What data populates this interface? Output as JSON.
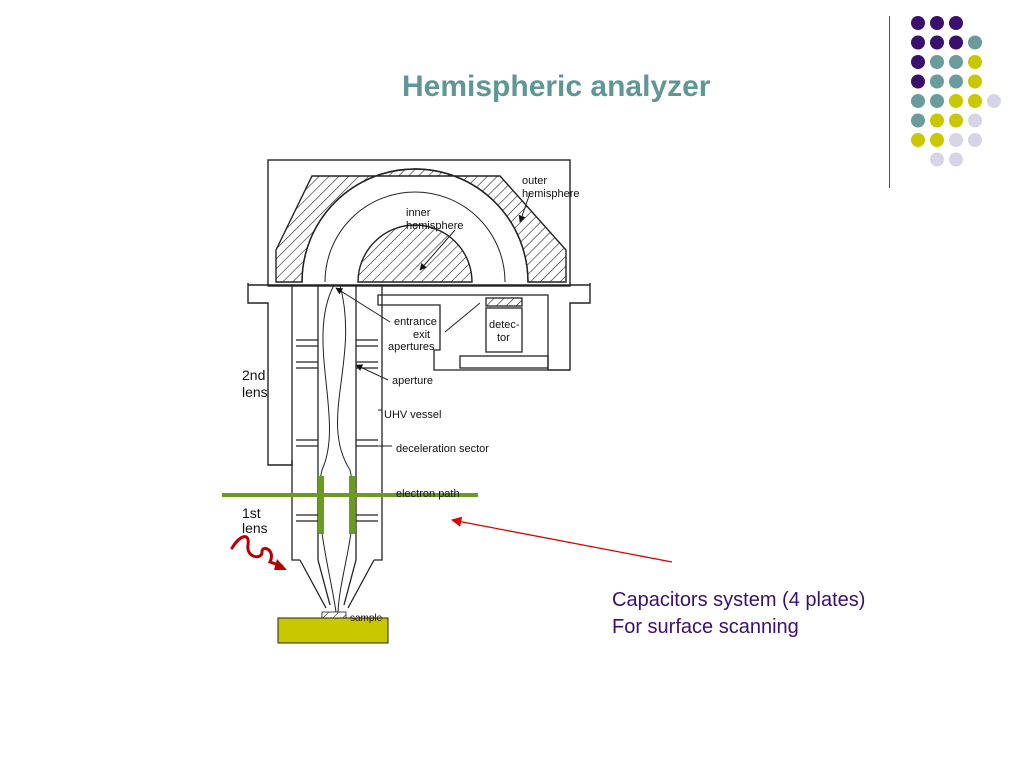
{
  "slide": {
    "title": "Hemispheric analyzer",
    "caption_lines": [
      "Capacitors system (4 plates)",
      "For surface scanning"
    ]
  },
  "diagram": {
    "labels": {
      "outer_hemisphere": [
        "outer",
        "hemisphere"
      ],
      "inner_hemisphere": [
        "inner",
        "hemisphere"
      ],
      "entrance_exit_apertures": [
        "entrance",
        "exit",
        "apertures"
      ],
      "detector": [
        "detec-",
        "tor"
      ],
      "second_lens": [
        "2nd",
        "lens"
      ],
      "aperture": "aperture",
      "uhv_vessel": "UHV vessel",
      "deceleration_sector": "deceleration sector",
      "electron_path": "electron path",
      "first_lens": [
        "1st",
        "lens"
      ],
      "sample": "sample"
    }
  },
  "colors": {
    "title": "#5f9797",
    "caption": "#3b0f6e",
    "capacitor_plates": "#6a9a1f",
    "sample_block": "#c9c800",
    "annotation_arrow": "#dd0000",
    "wavy_arrow": "#b80000",
    "dot_purple": "#3b0f6e",
    "dot_teal": "#6a9c9c",
    "dot_yellow": "#c9c800",
    "dot_lavender": "#d5d5e6"
  },
  "decoration": {
    "dot_grid": [
      [
        "purple",
        "purple",
        "purple"
      ],
      [
        "purple",
        "purple",
        "purple",
        "teal"
      ],
      [
        "purple",
        "teal",
        "teal",
        "yellow"
      ],
      [
        "purple",
        "teal",
        "teal",
        "yellow"
      ],
      [
        "teal",
        "teal",
        "yellow",
        "yellow",
        "lavender"
      ],
      [
        "teal",
        "yellow",
        "yellow",
        "lavender"
      ],
      [
        "yellow",
        "yellow",
        "lavender",
        "lavender"
      ],
      [
        "lavender",
        "lavender"
      ]
    ]
  }
}
